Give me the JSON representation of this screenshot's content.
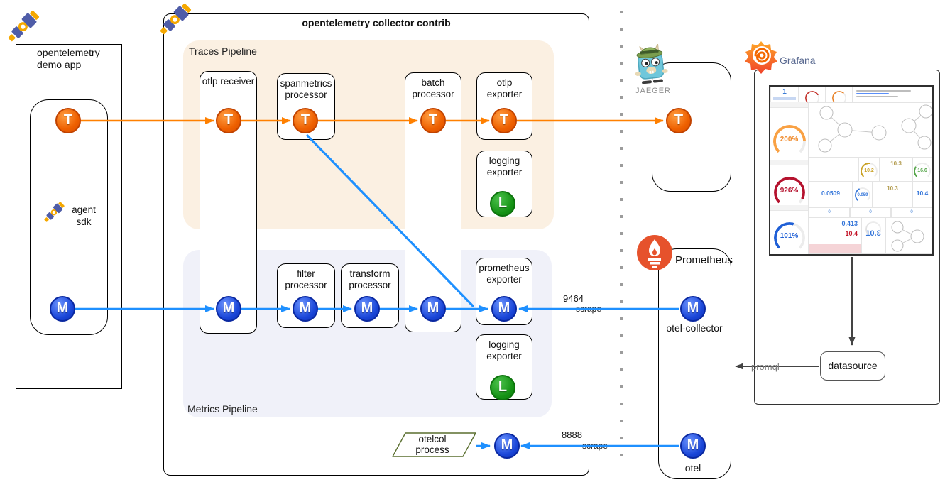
{
  "demo_app": {
    "title": "opentelemetry demo app",
    "agent_line1": "agent",
    "agent_line2": "sdk"
  },
  "letters": {
    "trace": "T",
    "metric": "M",
    "log": "L"
  },
  "collector": {
    "title": "opentelemetry collector contrib",
    "traces_label": "Traces Pipeline",
    "metrics_label": "Metrics Pipeline",
    "otlp_receiver": "otlp receiver",
    "spanmetrics": [
      "spanmetrics",
      "processor"
    ],
    "batch": [
      "batch",
      "processor"
    ],
    "otlp_exporter": [
      "otlp",
      "exporter"
    ],
    "logging_exporter": [
      "logging",
      "exporter"
    ],
    "filter": [
      "filter",
      "processor"
    ],
    "transform": [
      "transform",
      "processor"
    ],
    "prometheus_exporter": [
      "prometheus",
      "exporter"
    ]
  },
  "process": {
    "line1": "otelcol",
    "line2": "process"
  },
  "edges": {
    "port_metrics": "9464",
    "port_internal": "8888",
    "scrape": "scrape",
    "promql": "promql"
  },
  "jaeger": {
    "name": "JAEGER"
  },
  "prometheus": {
    "name": "Prometheus",
    "collector_target": "otel-collector",
    "self_target": "otel"
  },
  "grafana": {
    "name": "Grafana",
    "datasource_label": "datasource",
    "dashboard": {
      "stat1": "1",
      "g200": "200%",
      "g926": "926%",
      "g101": "101%",
      "v0509": "0.0509",
      "v059": "0.059",
      "v103": "10.3",
      "v104": "10.4",
      "v102": "10.2",
      "v166": "16.6",
      "zero": "0",
      "v0413": "0.413",
      "v104b": "10.4",
      "v108": "10.8"
    }
  },
  "colors": {
    "trace_line": "#FF8000",
    "metric_line": "#1E90FF",
    "trace_node": "#EE6000",
    "metric_node": "#1A46D8",
    "log_node": "#149114",
    "divider": "#9C9C9C",
    "process_border": "#5A6F2F"
  }
}
